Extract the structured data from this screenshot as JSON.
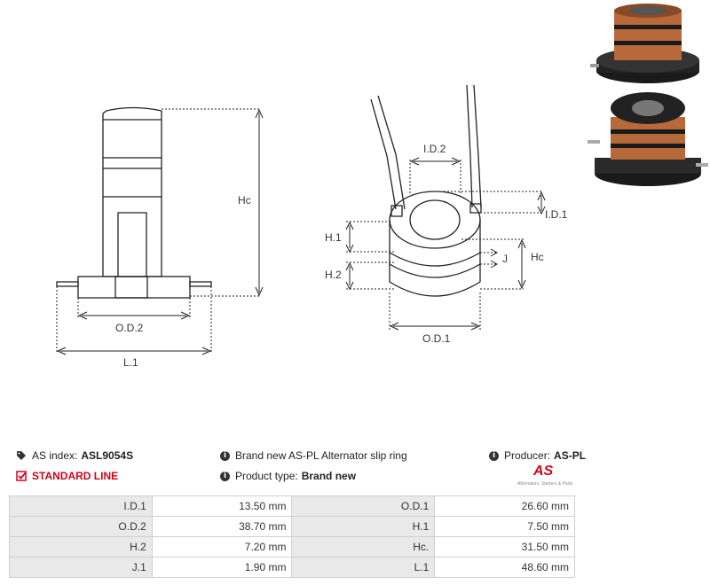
{
  "drawing": {
    "labels": {
      "hc_left": "Hc",
      "od2": "O.D.2",
      "l1": "L.1",
      "id2": "I.D.2",
      "h1": "H.1",
      "h2": "H.2",
      "j": "J",
      "id1": "I.D.1",
      "hc_right": "Hc",
      "od1": "O.D.1"
    }
  },
  "info": {
    "as_index_label": "AS index:",
    "as_index_value": "ASL9054S",
    "line_label": "STANDARD LINE",
    "description": "Brand new AS-PL Alternator slip ring",
    "product_type_label": "Product type:",
    "product_type_value": "Brand new",
    "producer_label": "Producer:",
    "producer_value": "AS-PL",
    "logo_text": "AS",
    "logo_subtext": "Alternators, Starters & Parts"
  },
  "specs": [
    {
      "l1": "I.D.1",
      "v1": "13.50 mm",
      "l2": "O.D.1",
      "v2": "26.60 mm"
    },
    {
      "l1": "O.D.2",
      "v1": "38.70 mm",
      "l2": "H.1",
      "v2": "7.50 mm"
    },
    {
      "l1": "H.2",
      "v1": "7.20 mm",
      "l2": "Hc.",
      "v2": "31.50 mm"
    },
    {
      "l1": "J.1",
      "v1": "1.90 mm",
      "l2": "L.1",
      "v2": "48.60 mm"
    }
  ],
  "colors": {
    "accent_red": "#d0021b",
    "copper": "#b8693a",
    "label_bg": "#e9e9e9"
  }
}
